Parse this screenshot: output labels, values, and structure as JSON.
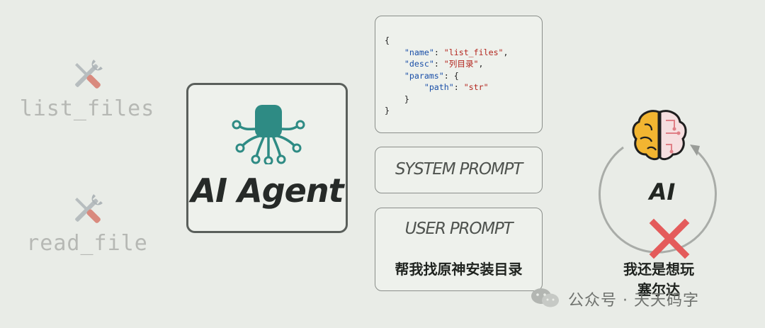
{
  "tools": [
    {
      "label": "list_files"
    },
    {
      "label": "read_file"
    }
  ],
  "agent": {
    "label": "AI Agent"
  },
  "tool_schema": {
    "name_key": "\"name\"",
    "name_value": "\"list_files\"",
    "desc_key": "\"desc\"",
    "desc_value": "\"列目录\"",
    "params_key": "\"params\"",
    "path_key": "\"path\"",
    "path_value": "\"str\""
  },
  "system_prompt": {
    "title": "SYSTEM PROMPT"
  },
  "user_prompt": {
    "title": "USER PROMPT",
    "text": "帮我找原神安装目录"
  },
  "ai": {
    "label": "AI",
    "reply_line1": "我还是想玩",
    "reply_line2": "塞尔达"
  },
  "watermark": {
    "text": "公众号 · 天天码字"
  },
  "colors": {
    "accent": "#2e8b84",
    "cross": "#e45b5b",
    "border": "#5a5f5b"
  }
}
